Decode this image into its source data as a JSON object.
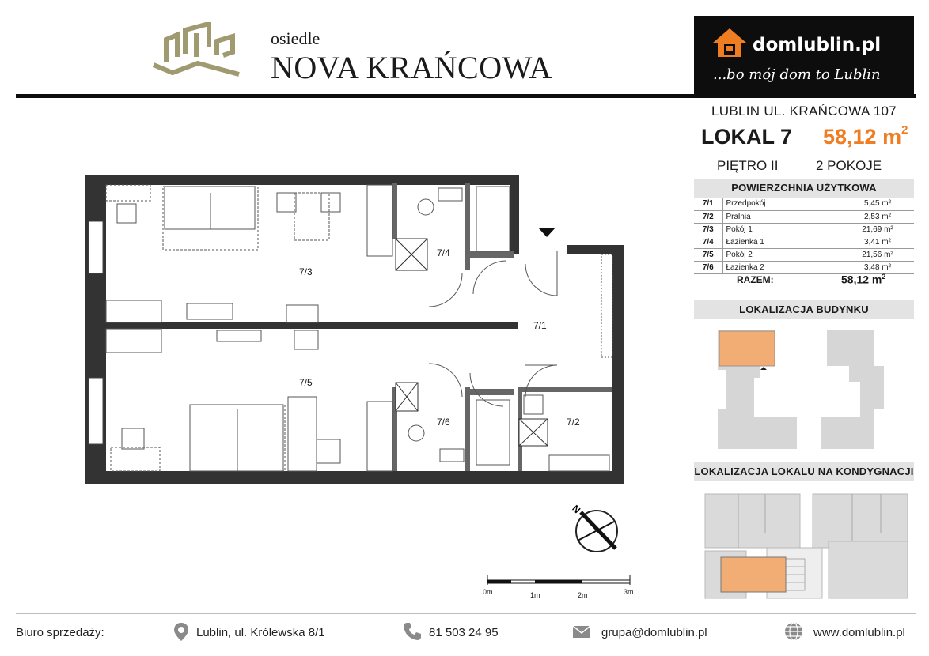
{
  "header": {
    "brand_small": "osiedle",
    "brand_big": "NOVA KRAŃCOWA",
    "developer_name": "domlublin.pl",
    "developer_tagline": "...bo mój dom to Lublin",
    "brand_color": "#ef7d22",
    "logo_color": "#a09a70"
  },
  "unit": {
    "address": "LUBLIN UL. KRAŃCOWA 107",
    "label": "LOKAL 7",
    "area": "58,12 m",
    "area_sup": "2",
    "floor": "PIĘTRO II",
    "rooms": "2 POKOJE"
  },
  "area_table": {
    "title": "POWIERZCHNIA UŻYTKOWA",
    "rows": [
      {
        "code": "7/1",
        "name": "Przedpokój",
        "area": "5,45 m²"
      },
      {
        "code": "7/2",
        "name": "Pralnia",
        "area": "2,53 m²"
      },
      {
        "code": "7/3",
        "name": "Pokój 1",
        "area": "21,69 m²"
      },
      {
        "code": "7/4",
        "name": "Łazienka 1",
        "area": "3,41 m²"
      },
      {
        "code": "7/5",
        "name": "Pokój 2",
        "area": "21,56 m²"
      },
      {
        "code": "7/6",
        "name": "Łazienka 2",
        "area": "3,48 m²"
      }
    ],
    "total_label": "RAZEM:",
    "total_value": "58,12 m",
    "total_sup": "2"
  },
  "sections": {
    "building_location": "LOKALIZACJA BUDYNKU",
    "floor_location": "LOKALIZACJA LOKALU NA KONDYGNACJI"
  },
  "plan": {
    "room_labels": [
      "7/3",
      "7/4",
      "7/1",
      "7/5",
      "7/6",
      "7/2"
    ],
    "compass_label": "N",
    "scale_labels": [
      "0m",
      "1m",
      "2m",
      "3m"
    ],
    "highlight_color": "#f2ad74"
  },
  "footer": {
    "sales_label": "Biuro sprzedaży:",
    "address": "Lublin, ul. Królewska 8/1",
    "phone": "81 503 24 95",
    "email": "grupa@domlublin.pl",
    "website": "www.domlublin.pl",
    "icons": [
      "map-pin-icon",
      "phone-icon",
      "envelope-icon",
      "globe-icon"
    ]
  }
}
